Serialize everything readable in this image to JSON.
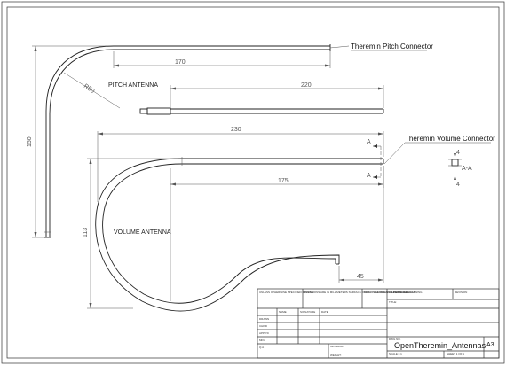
{
  "drawing": {
    "labels": {
      "pitch_connector": "Theremin Pitch Connector",
      "volume_connector": "Theremin Volume Connector",
      "pitch_antenna": "PITCH ANTENNA",
      "volume_antenna": "VOLUME ANTENNA",
      "section_mark": "A",
      "section_view": "A-A"
    },
    "dimensions": {
      "pitch_straight": "170",
      "pitch_radius": "R50",
      "pitch_total": "220",
      "pitch_height": "150",
      "volume_total": "230",
      "volume_straight": "175",
      "volume_height": "113",
      "volume_tail": "45",
      "section_top": "4",
      "section_bottom": "4"
    }
  },
  "title_block": {
    "title": "OpenTheremin_Antennas",
    "sheet_size": "A3",
    "roles": [
      "DRAWN",
      "CHK'D",
      "APPV'D",
      "MFG",
      "Q.A"
    ],
    "header_cells": [
      "NAME",
      "SIGNATURE",
      "DATE"
    ],
    "material_label": "MATERIAL:",
    "weight_label": "WEIGHT:",
    "scale_label": "SCALE:1:1",
    "sheet_label": "SHEET 1 OF 1",
    "dwg_label": "DWG NO.",
    "title_label": "TITLE:",
    "revision_label": "REVISION",
    "finish_label": "FINISH:",
    "deburr_label": "DEBUR AND BREAK SHARP EDGES",
    "no_scale_label": "DO NOT SCALE DRAWING",
    "notes_label": "UNLESS OTHERWISE SPECIFIED: DIMENSIONS ARE IN MILLIMETERS SURFACE FINISH: TOLERANCES: LINEAR: ANGULAR:"
  }
}
